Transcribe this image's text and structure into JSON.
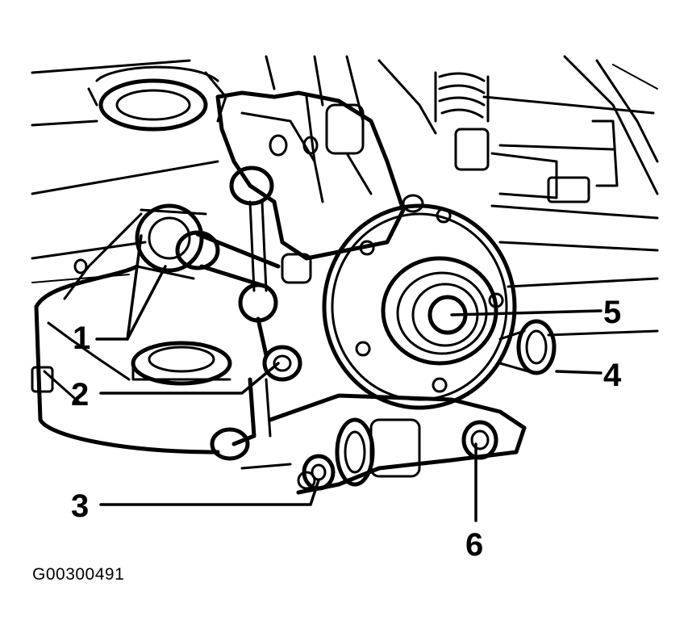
{
  "figure_id": "G00300491",
  "callouts": [
    "1",
    "2",
    "3",
    "4",
    "5",
    "6"
  ]
}
